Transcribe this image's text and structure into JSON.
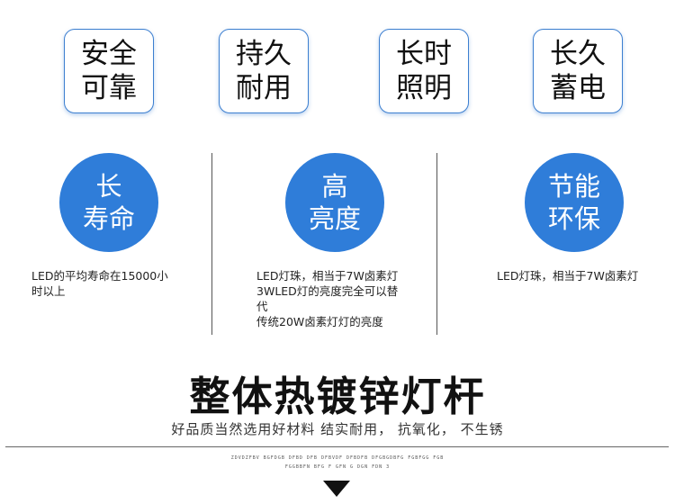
{
  "features": [
    {
      "line1": "安全",
      "line2": "可靠"
    },
    {
      "line1": "持久",
      "line2": "耐用"
    },
    {
      "line1": "长时",
      "line2": "照明"
    },
    {
      "line1": "长久",
      "line2": "蓄电"
    }
  ],
  "highlights": [
    {
      "line1": "长",
      "line2": "寿命",
      "desc": [
        "LED的平均寿命在15000小",
        "时以上"
      ]
    },
    {
      "line1": "高",
      "line2": "亮度",
      "desc": [
        "LED灯珠，相当于7W卤素灯",
        "3WLED灯的亮度完全可以替",
        "代",
        "传统20W卤素灯灯的亮度"
      ]
    },
    {
      "line1": "节能",
      "line2": "环保",
      "desc": [
        "LED灯珠，相当于7W卤素灯"
      ]
    }
  ],
  "title": "整体热镀锌灯杆",
  "subtitle": "好品质当然选用好材料 结实耐用，  抗氧化，  不生锈",
  "tiny_text": [
    "ZDVDZFBV BGFDGB DFBD DFB DFBVDF DFBDFB DFGBGDBFG FGBFGG FGB",
    "FGGBBFN BFG F GFN G DGN FDN 3"
  ],
  "colors": {
    "accent": "#2f7dd9",
    "border": "#3c7fd0"
  },
  "icons": [
    "down-triangle-icon"
  ]
}
